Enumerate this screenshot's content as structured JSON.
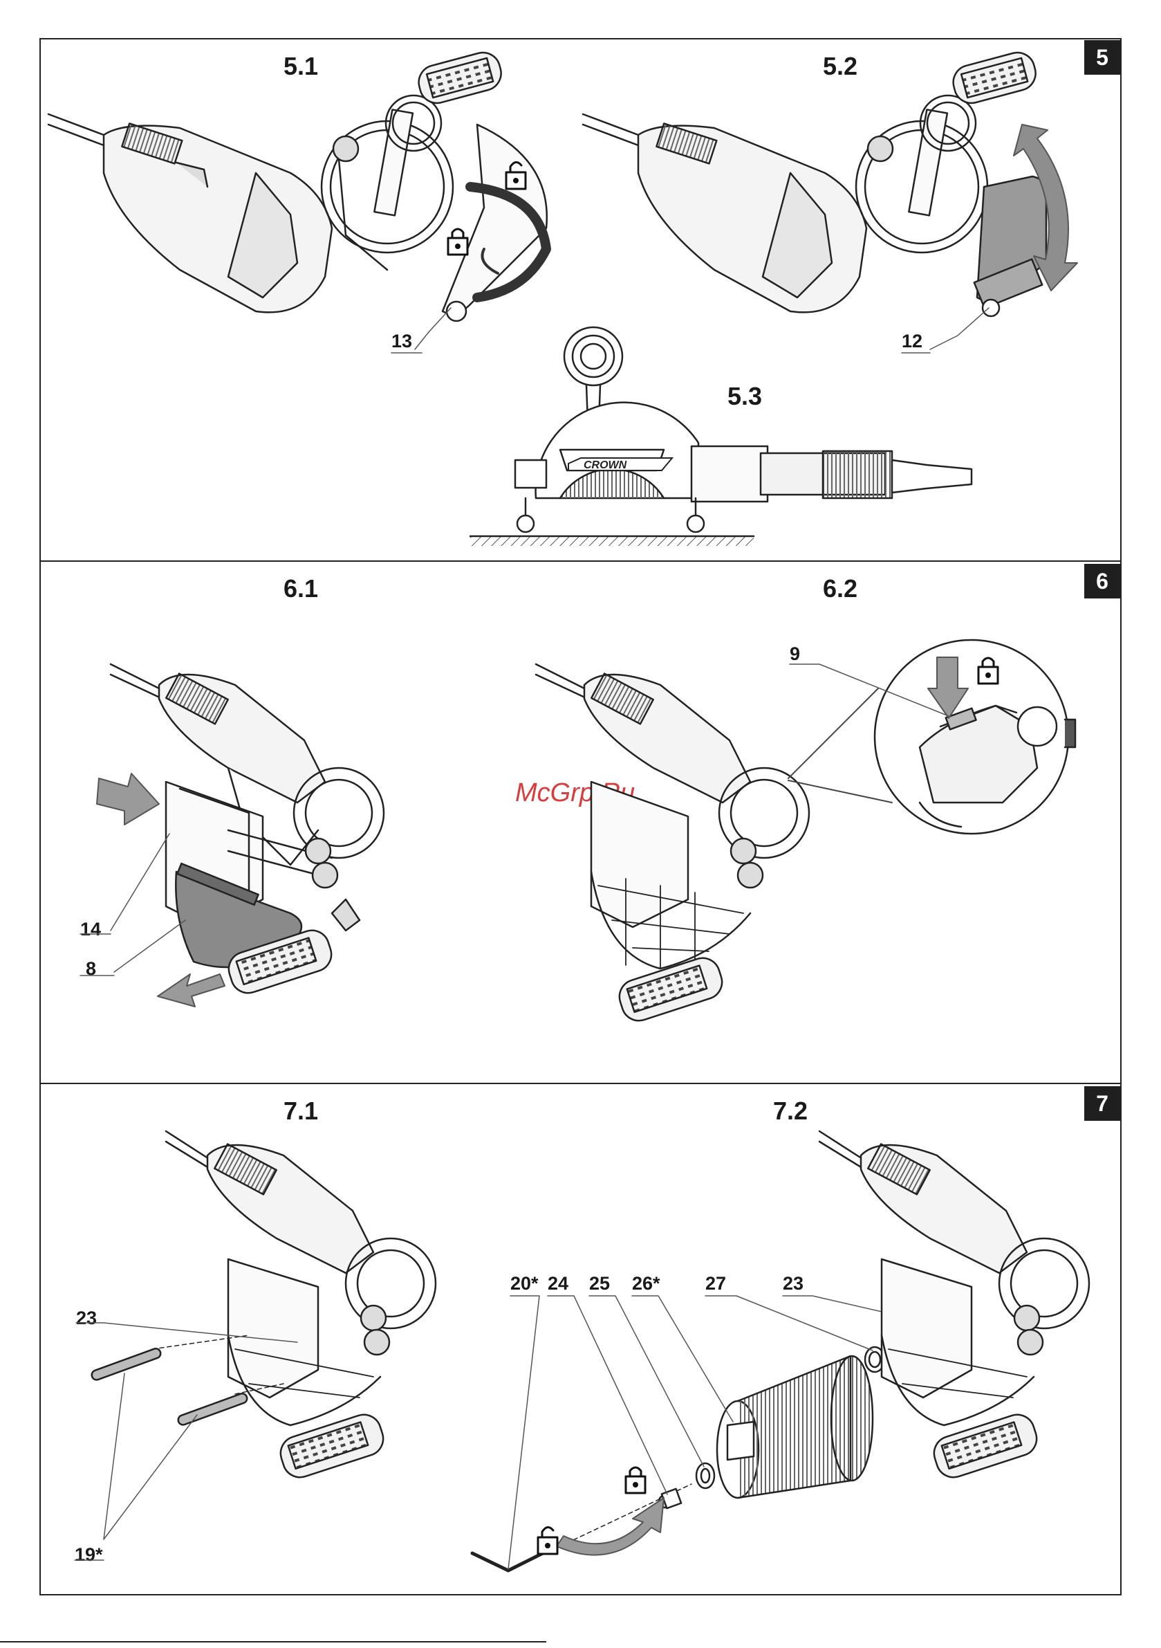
{
  "sections": [
    {
      "number": "5",
      "subs": [
        "5.1",
        "5.2",
        "5.3"
      ]
    },
    {
      "number": "6",
      "subs": [
        "6.1",
        "6.2"
      ]
    },
    {
      "number": "7",
      "subs": [
        "7.1",
        "7.2"
      ]
    }
  ],
  "callouts": {
    "c13": "13",
    "c12": "12",
    "c9": "9",
    "c14": "14",
    "c8": "8",
    "c23a": "23",
    "c19": "19*",
    "c20": "20*",
    "c24": "24",
    "c25": "25",
    "c26": "26*",
    "c27": "27",
    "c23b": "23"
  },
  "brand_logo": "CROWN",
  "watermark": "McGrp.Ru",
  "icons": [
    "lock-closed-icon",
    "lock-open-icon",
    "rotate-arrow-icon",
    "push-arrow-icon",
    "double-arrow-icon"
  ]
}
